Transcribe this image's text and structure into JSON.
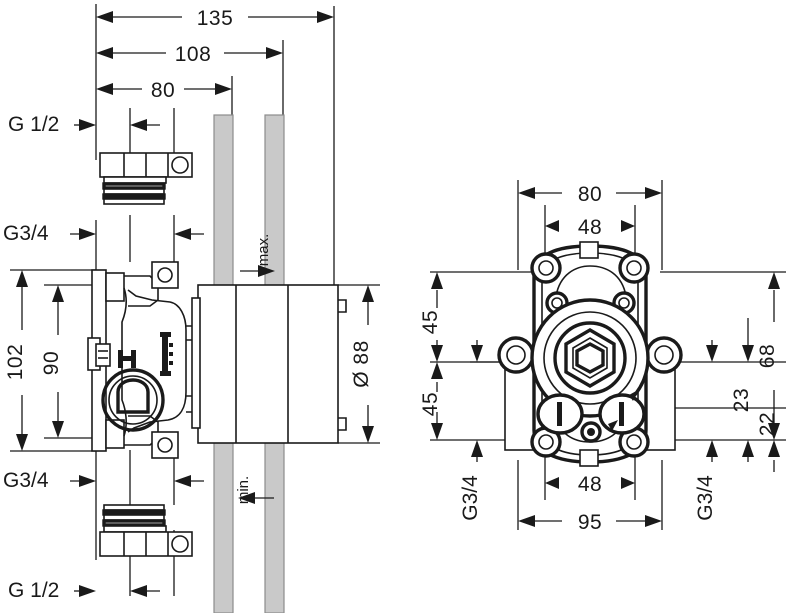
{
  "drawing": {
    "title": "Hansgrohe iBox universal rough-in valve dimensional drawing",
    "units": "mm",
    "line_color": "#1a1a1a",
    "wall_fill": "#c9c9c9",
    "wall_stroke": "#8c8c8c"
  },
  "side_view": {
    "name": "side-section-view",
    "horizontal_dimensions": [
      {
        "id": "dim-135",
        "label": "135",
        "value": 135
      },
      {
        "id": "dim-108",
        "label": "108",
        "value": 108
      },
      {
        "id": "dim-80",
        "label": "80",
        "value": 80
      }
    ],
    "vertical_dimensions": [
      {
        "id": "dim-102",
        "label": "102",
        "value": 102
      },
      {
        "id": "dim-90",
        "label": "90",
        "value": 90
      },
      {
        "id": "dim-d88",
        "label": "Ø 88",
        "value": 88
      }
    ],
    "thread_labels": [
      {
        "id": "thread-top-g12",
        "label": "G 1/2"
      },
      {
        "id": "thread-top-g34",
        "label": "G3/4"
      },
      {
        "id": "thread-bottom-g34",
        "label": "G3/4"
      },
      {
        "id": "thread-bottom-g12",
        "label": "G 1/2"
      }
    ],
    "wall_notes": [
      {
        "id": "note-max",
        "label": "max."
      },
      {
        "id": "note-min",
        "label": "min."
      }
    ]
  },
  "front_view": {
    "name": "front-elevation-view",
    "horizontal_dimensions": [
      {
        "id": "fdim-80",
        "label": "80",
        "value": 80
      },
      {
        "id": "fdim-48-top",
        "label": "48",
        "value": 48
      },
      {
        "id": "fdim-48-bottom",
        "label": "48",
        "value": 48
      },
      {
        "id": "fdim-95",
        "label": "95",
        "value": 95
      }
    ],
    "vertical_dimensions": [
      {
        "id": "fdim-45-upper",
        "label": "45",
        "value": 45
      },
      {
        "id": "fdim-45-lower",
        "label": "45",
        "value": 45
      },
      {
        "id": "fdim-68",
        "label": "68",
        "value": 68
      },
      {
        "id": "fdim-23",
        "label": "23",
        "value": 23
      },
      {
        "id": "fdim-22",
        "label": "22",
        "value": 22
      }
    ],
    "thread_labels": [
      {
        "id": "fthread-left-g34",
        "label": "G3/4"
      },
      {
        "id": "fthread-right-g34",
        "label": "G3/4"
      }
    ]
  }
}
